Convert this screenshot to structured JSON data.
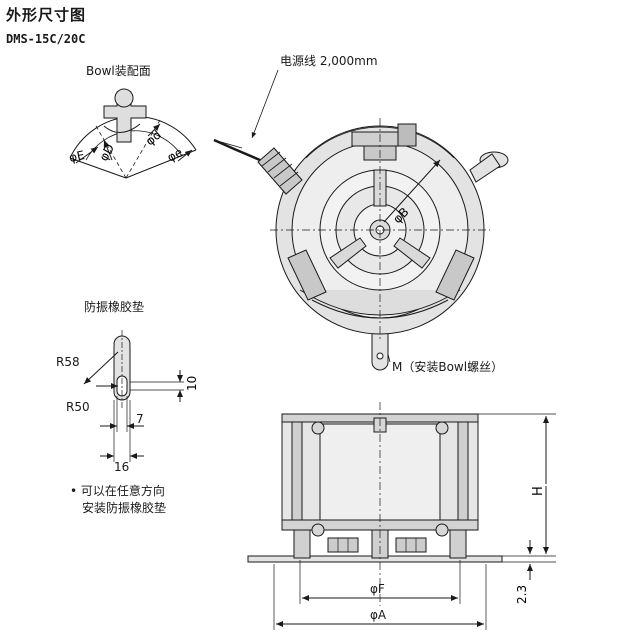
{
  "header": {
    "title": "外形尺寸图",
    "model": "DMS-15C/20C"
  },
  "bowl_mount": {
    "label": "Bowl装配面",
    "dims": [
      "φE",
      "φD",
      "φd",
      "φe"
    ]
  },
  "top_view": {
    "cable_label": "电源线 2,000mm",
    "diameter_label": "φB",
    "screw_label": "M（安装Bowl螺丝）"
  },
  "rubber_pad": {
    "label": "防振橡胶垫",
    "r58": "R58",
    "r50": "R50",
    "dim_10": "10",
    "dim_7": "7",
    "dim_16": "16"
  },
  "note": {
    "bullet": "•",
    "line1": "可以在任意方向",
    "line2": "安装防振橡胶垫"
  },
  "side_view": {
    "height": "H",
    "base": "2.3",
    "phi_f": "φF",
    "phi_a": "φA"
  }
}
